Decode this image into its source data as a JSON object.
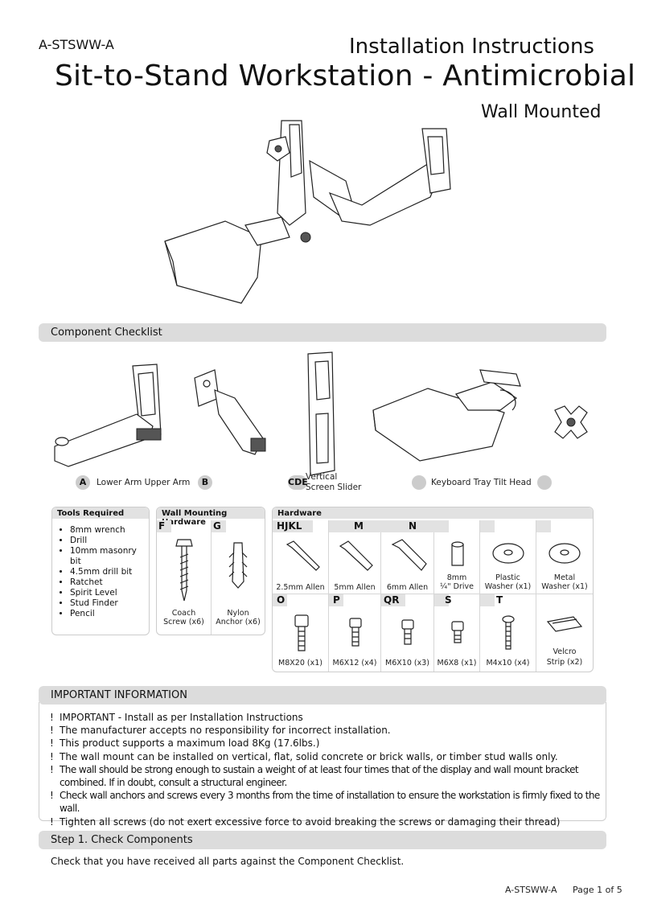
{
  "header": {
    "code": "A-STSWW-A",
    "title_line1": "Installation Instructions",
    "title_line2": "Sit-to-Stand Workstation - Antimicrobial",
    "title_line3": "Wall Mounted"
  },
  "checklist": {
    "title": "Component Checklist",
    "badges": [
      "A",
      "B",
      "CDE"
    ],
    "labels": [
      "Lower Arm Upper Arm",
      "Vertical Screen Slider",
      "Keyboard Tray Tilt Head"
    ]
  },
  "tools": {
    "title": "Tools Required",
    "items": [
      "8mm wrench",
      "Drill",
      "10mm masonry bit",
      "4.5mm drill bit",
      "Ratchet",
      "Spirit Level",
      "Stud Finder",
      "Pencil"
    ]
  },
  "wall_hardware": {
    "title": "Wall Mounting Hardware",
    "items": [
      {
        "letter": "F",
        "label1": "Coach",
        "label2": "Screw (x6)"
      },
      {
        "letter": "G",
        "label1": "Nylon",
        "label2": "Anchor (x6)"
      }
    ]
  },
  "hardware": {
    "title": "Hardware",
    "row1": [
      {
        "letter": "HJKL",
        "label1": "2.5mm Allen",
        "label2": ""
      },
      {
        "letter": "M",
        "label1": "5mm Allen",
        "label2": ""
      },
      {
        "letter": "N",
        "label1": "6mm Allen",
        "label2": ""
      },
      {
        "letter": "",
        "label1": "8mm",
        "label2": "¼\" Drive"
      },
      {
        "letter": "",
        "label1": "Plastic",
        "label2": "Washer (x1)"
      },
      {
        "letter": "",
        "label1": "Metal",
        "label2": "Washer (x1)"
      }
    ],
    "row2": [
      {
        "letter": "O",
        "label1": "M8X20 (x1)",
        "label2": ""
      },
      {
        "letter": "P",
        "label1": "M6X12 (x4)",
        "label2": ""
      },
      {
        "letter": "QR",
        "label1": "M6X10 (x3)",
        "label2": ""
      },
      {
        "letter": "S",
        "label1": "M6X8 (x1)",
        "label2": ""
      },
      {
        "letter": "T",
        "label1": "M4x10 (x4)",
        "label2": ""
      },
      {
        "letter": "",
        "label1": "Velcro",
        "label2": "Strip (x2)"
      }
    ]
  },
  "important": {
    "title": "IMPORTANT INFORMATION",
    "bullet": "!",
    "items": [
      "IMPORTANT - Install as per Installation Instructions",
      "The manufacturer accepts no responsibility for incorrect installation.",
      "This product supports a maximum load 8Kg (17.6lbs.)",
      "The wall mount can be installed on vertical, flat, solid concrete or brick walls, or timber stud walls only.",
      "The wall should be strong enough to sustain a weight of at least four times that of the display and wall mount bracket combined. If in doubt, consult a structural engineer.",
      "Check wall anchors and screws every 3 months from the time of installation to ensure the workstation is firmly fixed to the wall.",
      "Tighten all screws (do not exert excessive force to avoid breaking the screws or damaging their thread)"
    ]
  },
  "step1": {
    "title": "Step 1. Check Components",
    "text": "Check that you have received all parts against the Component Checklist."
  },
  "footer": {
    "code": "A-STSWW-A",
    "page": "Page 1 of 5"
  }
}
